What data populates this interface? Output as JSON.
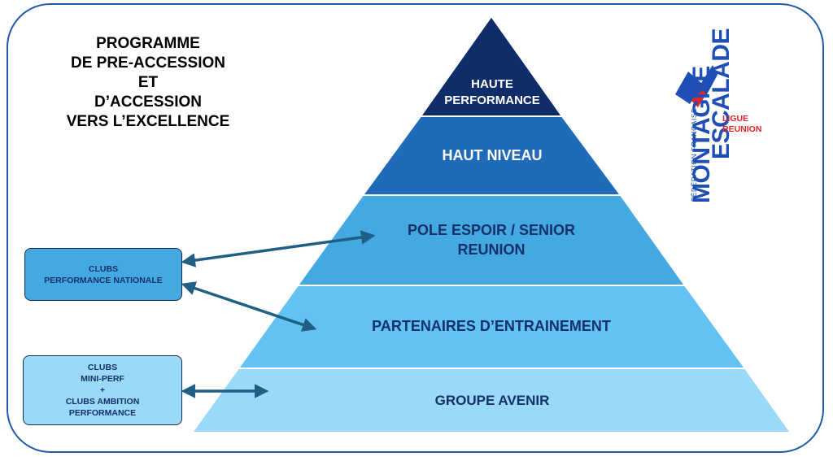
{
  "title_lines": [
    "PROGRAMME",
    "DE PRE-ACCESSION",
    "ET",
    "D’ACCESSION",
    "VERS L’EXCELLENCE"
  ],
  "pyramid": {
    "tiers": [
      {
        "lines": [
          "HAUTE",
          "PERFORMANCE"
        ],
        "color": "#0f2d69"
      },
      {
        "lines": [
          "HAUT NIVEAU"
        ],
        "color": "#1f6bb9"
      },
      {
        "lines": [
          "POLE ESPOIR / SENIOR",
          "REUNION"
        ],
        "color": "#45a9e1"
      },
      {
        "lines": [
          "PARTENAIRES D’ENTRAINEMENT"
        ],
        "color": "#62c2f1"
      },
      {
        "lines": [
          "GROUPE AVENIR"
        ],
        "color": "#9ad9f7"
      }
    ]
  },
  "clubs": {
    "performance": {
      "lines": [
        "CLUBS",
        "PERFORMANCE NATIONALE"
      ],
      "color": "#45a9e1"
    },
    "mini": {
      "lines": [
        "CLUBS",
        "MINI-PERF",
        "+",
        "CLUBS AMBITION",
        "PERFORMANCE"
      ],
      "color": "#9ad9f7"
    }
  },
  "logo": {
    "federation": "FÉDÉRATION FRANÇAISE",
    "montagne": "MONTAGNE",
    "escalade": "ESCALADE",
    "ligue_lines": [
      "LIGUE",
      "REUNION"
    ],
    "blue": "#1f4fb5",
    "red": "#e52427"
  },
  "arrow_color": "#1f5f85"
}
